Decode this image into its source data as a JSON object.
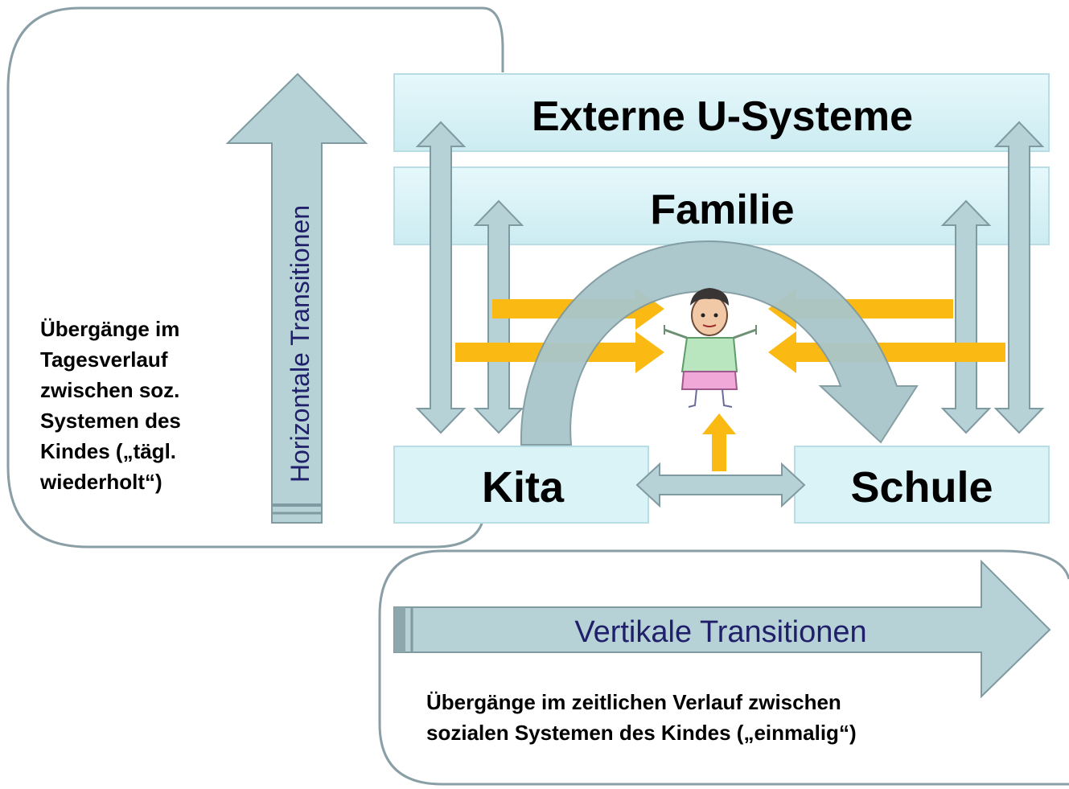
{
  "boxes": {
    "externe": "Externe U-Systeme",
    "familie": "Familie",
    "kita": "Kita",
    "schule": "Schule"
  },
  "labels": {
    "horizontal": "Horizontale Transitionen",
    "vertikal": "Vertikale Transitionen"
  },
  "descriptions": {
    "horizontal_lines": [
      "Übergänge im",
      "Tagesverlauf",
      "zwischen soz.",
      "Systemen des",
      "Kindes („tägl.",
      "wiederholt“)"
    ],
    "vertikal_lines": [
      "Übergänge im zeitlichen Verlauf zwischen",
      "sozialen Systemen des Kindes („einmalig“)"
    ]
  },
  "colors": {
    "frame": "#8a9ea5",
    "box_fill": "#d9f3f7",
    "box_stroke": "#b8dde4",
    "arrow_fill": "#b7d2d6",
    "arrow_stroke": "#7f9aa0",
    "orange": "#fbb913",
    "label": "#1f1f6a"
  },
  "icons": {
    "child": "child-drawing-icon"
  }
}
